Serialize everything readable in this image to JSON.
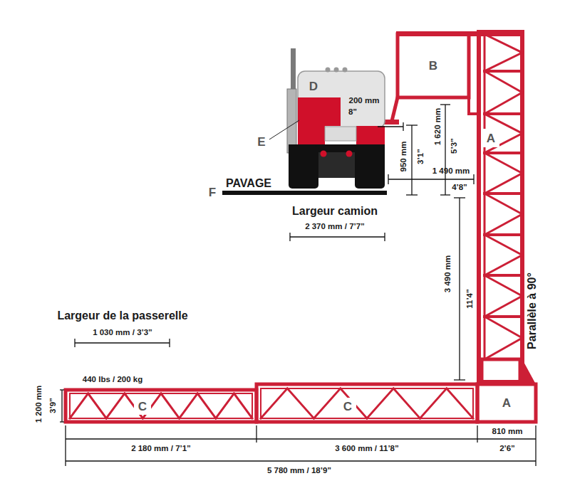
{
  "diagram": {
    "nodes": [
      {
        "text": [
          "B"
        ]
      },
      {
        "text": [
          "A"
        ]
      },
      {
        "text": [
          "C"
        ]
      },
      {
        "text": [
          "C"
        ]
      },
      {
        "text": [
          "A"
        ]
      }
    ],
    "labels": [
      "D",
      "200 mm",
      "8”",
      "E",
      "950 mm",
      "3’1”",
      "1 620 mm",
      "5’3”",
      "1 490 mm",
      "4’8”",
      "F",
      "PAVAGE",
      "Largeur camion",
      "2 370 mm / 7’7”",
      "3 490 mm",
      "11’4”",
      "Parallèle à 90°",
      "Largeur de la passerelle",
      "1 030 mm / 3’3”",
      "440 lbs / 200 kg",
      "1 200 mm",
      "3’9”",
      "2 180 mm / 7’1”",
      "3 600 mm / 11’8”",
      "810 mm",
      "2’6”",
      "5 780 mm / 18’9”"
    ]
  }
}
